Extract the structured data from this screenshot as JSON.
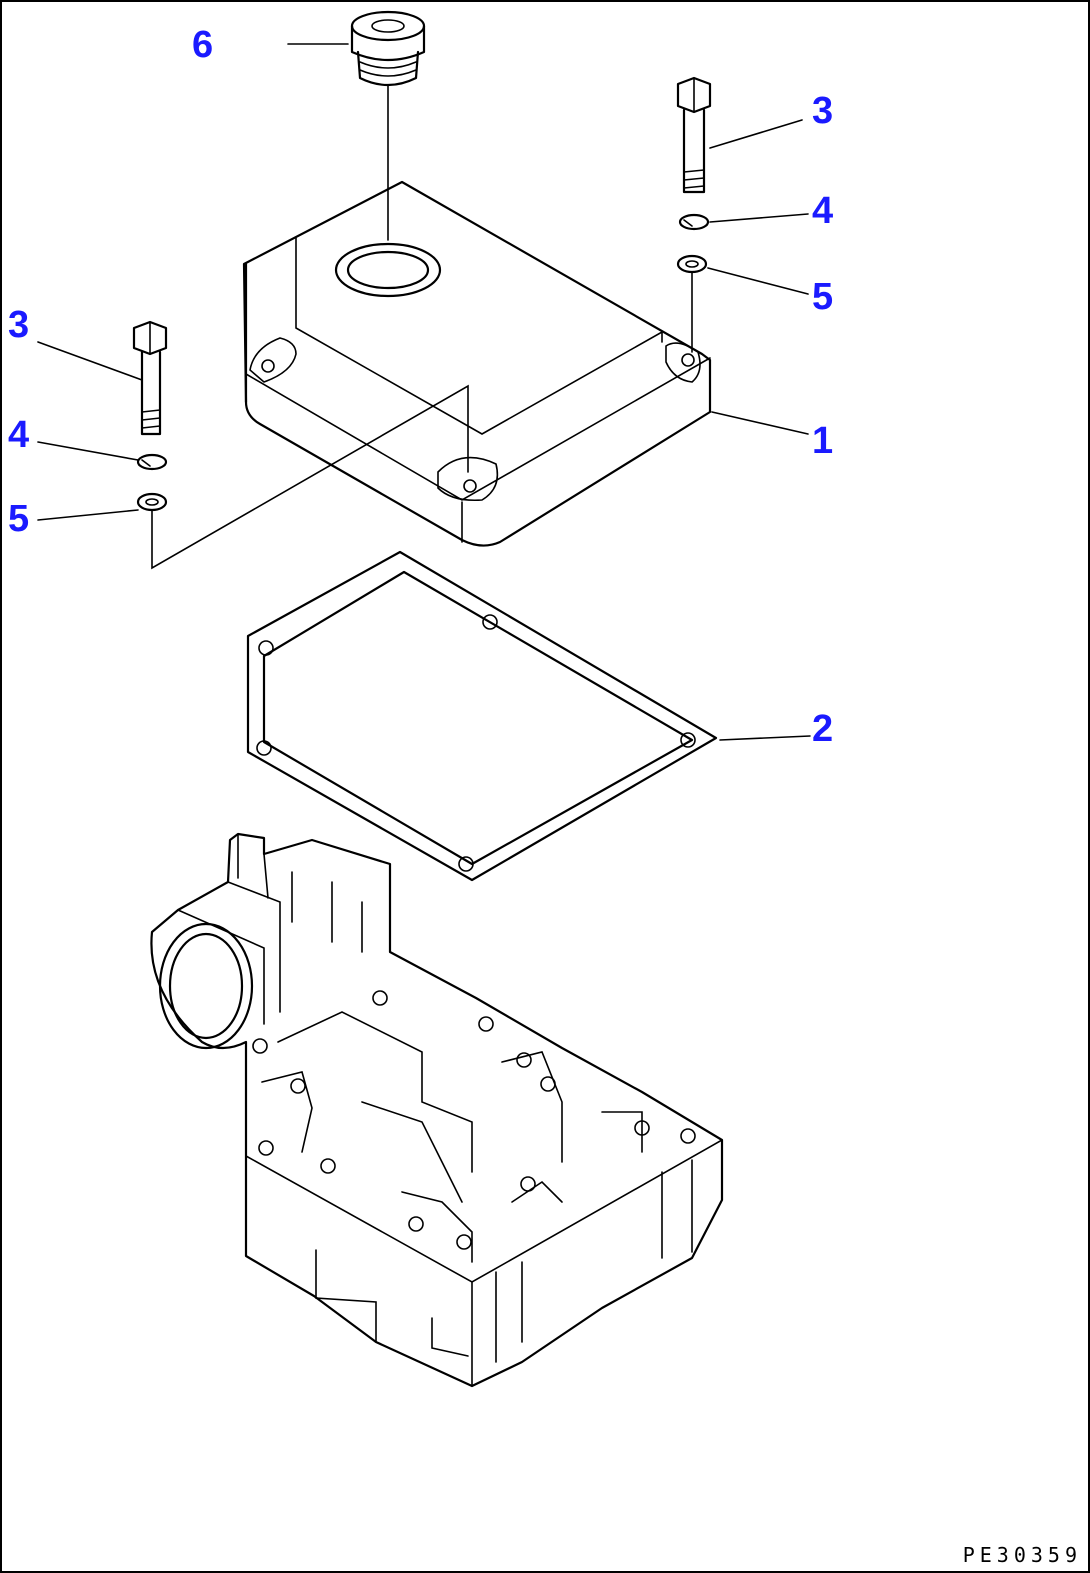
{
  "callouts": {
    "c1": "1",
    "c2": "2",
    "c3a": "3",
    "c3b": "3",
    "c4a": "4",
    "c4b": "4",
    "c5a": "5",
    "c5b": "5",
    "c6": "6"
  },
  "document_id": "PE30359",
  "colors": {
    "callout": "#1a1aff",
    "lines": "#000000"
  }
}
